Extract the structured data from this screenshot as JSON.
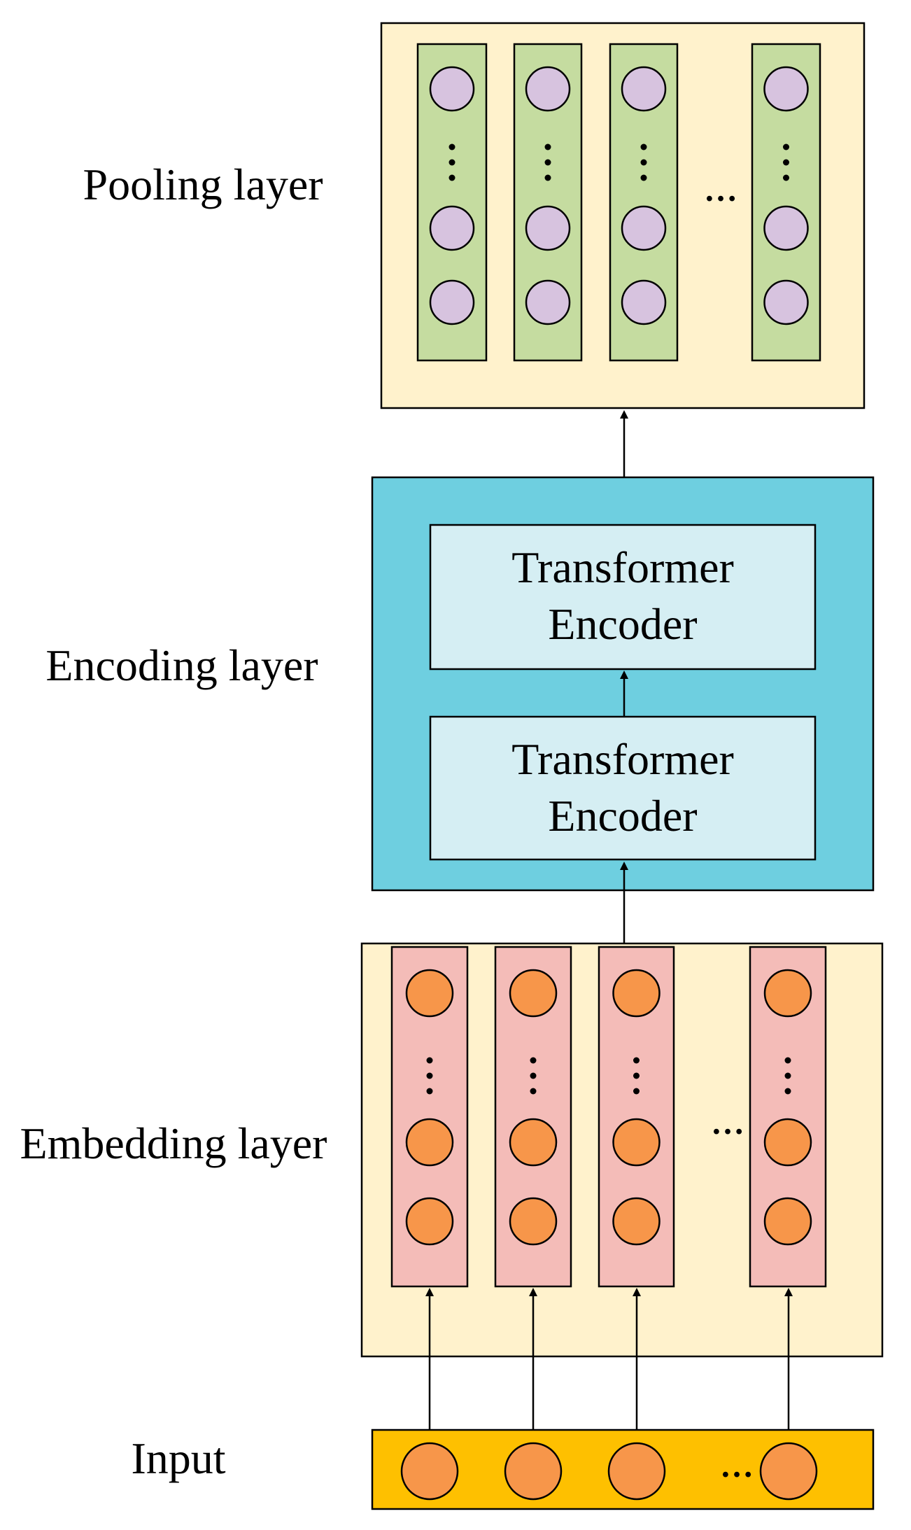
{
  "labels": {
    "pooling": "Pooling layer",
    "encoding": "Encoding layer",
    "embedding": "Embedding layer",
    "input": "Input"
  },
  "encoders": [
    {
      "line1": "Transformer",
      "line2": "Encoder"
    },
    {
      "line1": "Transformer",
      "line2": "Encoder"
    }
  ],
  "ellipsis": "…",
  "colors": {
    "layer_bg": "#fff2cc",
    "pool_column": "#c5dca0",
    "pool_node": "#d7c3df",
    "encoding_bg": "#6ecfe0",
    "encoder_box": "#d5eef3",
    "embed_column": "#f4bcb8",
    "embed_node": "#f7964a",
    "input_bg": "#fec000",
    "input_node": "#f7964a",
    "stroke": "#000000"
  }
}
